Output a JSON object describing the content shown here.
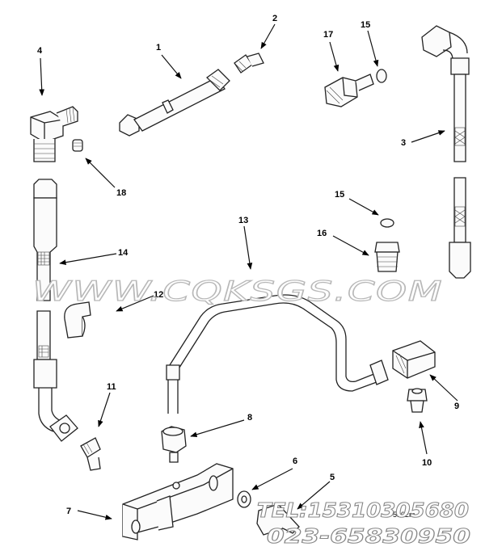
{
  "diagram": {
    "callouts": [
      "1",
      "2",
      "3",
      "4",
      "5",
      "6",
      "7",
      "8",
      "9",
      "10",
      "11",
      "12",
      "13",
      "14",
      "15",
      "16",
      "17",
      "18"
    ],
    "callout_15_lower": "15",
    "drawing_tag": "5102m"
  },
  "watermark": {
    "site": "WWW.CQKSGS.COM",
    "tel": "TEL:15310305680",
    "phone": "023-65830950"
  }
}
